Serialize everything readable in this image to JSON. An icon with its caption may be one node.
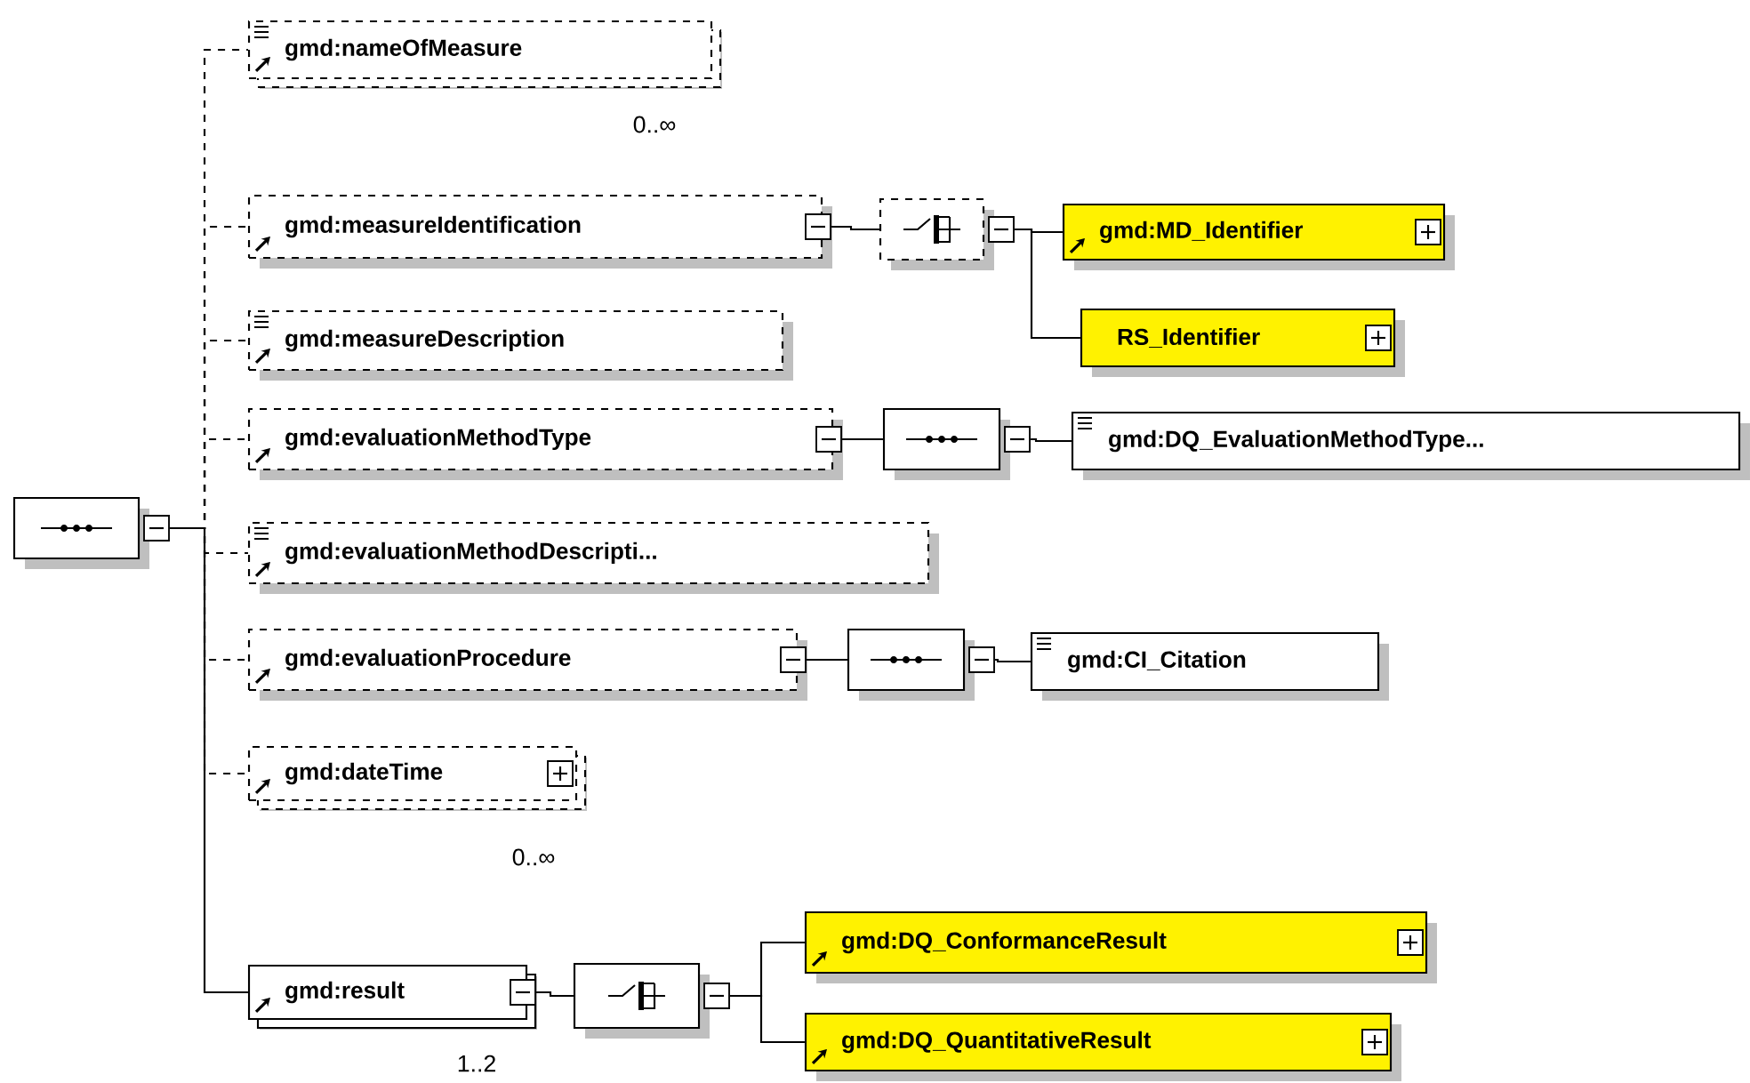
{
  "diagram": {
    "nodes": [
      {
        "text": [],
        "shape": "octagon"
      },
      {
        "text": [
          "gmd:nameOfMeasure"
        ],
        "beside": [
          "0..∞"
        ]
      },
      {
        "text": [
          "gmd:measureIdentification"
        ]
      },
      {
        "text": [],
        "shape": "octagon"
      },
      {
        "text": [
          "gmd:MD_Identifier"
        ]
      },
      {
        "text": [
          "RS_Identifier"
        ]
      },
      {
        "text": [
          "gmd:measureDescription"
        ]
      },
      {
        "text": [
          "gmd:evaluationMethodType"
        ]
      },
      {
        "text": [],
        "shape": "octagon"
      },
      {
        "text": [
          "gmd:DQ_EvaluationMethodType..."
        ]
      },
      {
        "text": [
          "gmd:evaluationMethodDescripti..."
        ]
      },
      {
        "text": [
          "gmd:evaluationProcedure"
        ]
      },
      {
        "text": [],
        "shape": "octagon"
      },
      {
        "text": [
          "gmd:CI_Citation"
        ]
      },
      {
        "text": [
          "gmd:dateTime"
        ],
        "beside": [
          "0..∞"
        ]
      },
      {
        "text": [
          "gmd:result"
        ],
        "beside": [
          "1..2"
        ]
      },
      {
        "text": [],
        "shape": "octagon"
      },
      {
        "text": [
          "gmd:DQ_ConformanceResult"
        ]
      },
      {
        "text": [
          "gmd:DQ_QuantitativeResult"
        ]
      }
    ],
    "edges": [
      {
        "from": 0,
        "to": 1,
        "arrow": "none",
        "style": "dashed"
      },
      {
        "from": 0,
        "to": 2,
        "arrow": "none",
        "style": "dashed"
      },
      {
        "from": 0,
        "to": 6,
        "arrow": "none",
        "style": "dashed"
      },
      {
        "from": 0,
        "to": 7,
        "arrow": "none",
        "style": "dashed"
      },
      {
        "from": 0,
        "to": 10,
        "arrow": "none",
        "style": "dashed"
      },
      {
        "from": 0,
        "to": 11,
        "arrow": "none",
        "style": "dashed"
      },
      {
        "from": 0,
        "to": 14,
        "arrow": "none",
        "style": "dashed"
      },
      {
        "from": 0,
        "to": 15,
        "arrow": "none"
      },
      {
        "from": 2,
        "to": 3,
        "arrow": "none"
      },
      {
        "from": 3,
        "to": 4,
        "arrow": "none"
      },
      {
        "from": 3,
        "to": 5,
        "arrow": "none"
      },
      {
        "from": 7,
        "to": 8,
        "arrow": "none"
      },
      {
        "from": 8,
        "to": 9,
        "arrow": "none"
      },
      {
        "from": 11,
        "to": 12,
        "arrow": "none"
      },
      {
        "from": 12,
        "to": 13,
        "arrow": "none"
      },
      {
        "from": 15,
        "to": 16,
        "arrow": "none"
      },
      {
        "from": 16,
        "to": 17,
        "arrow": "none"
      },
      {
        "from": 16,
        "to": 18,
        "arrow": "none"
      }
    ]
  }
}
